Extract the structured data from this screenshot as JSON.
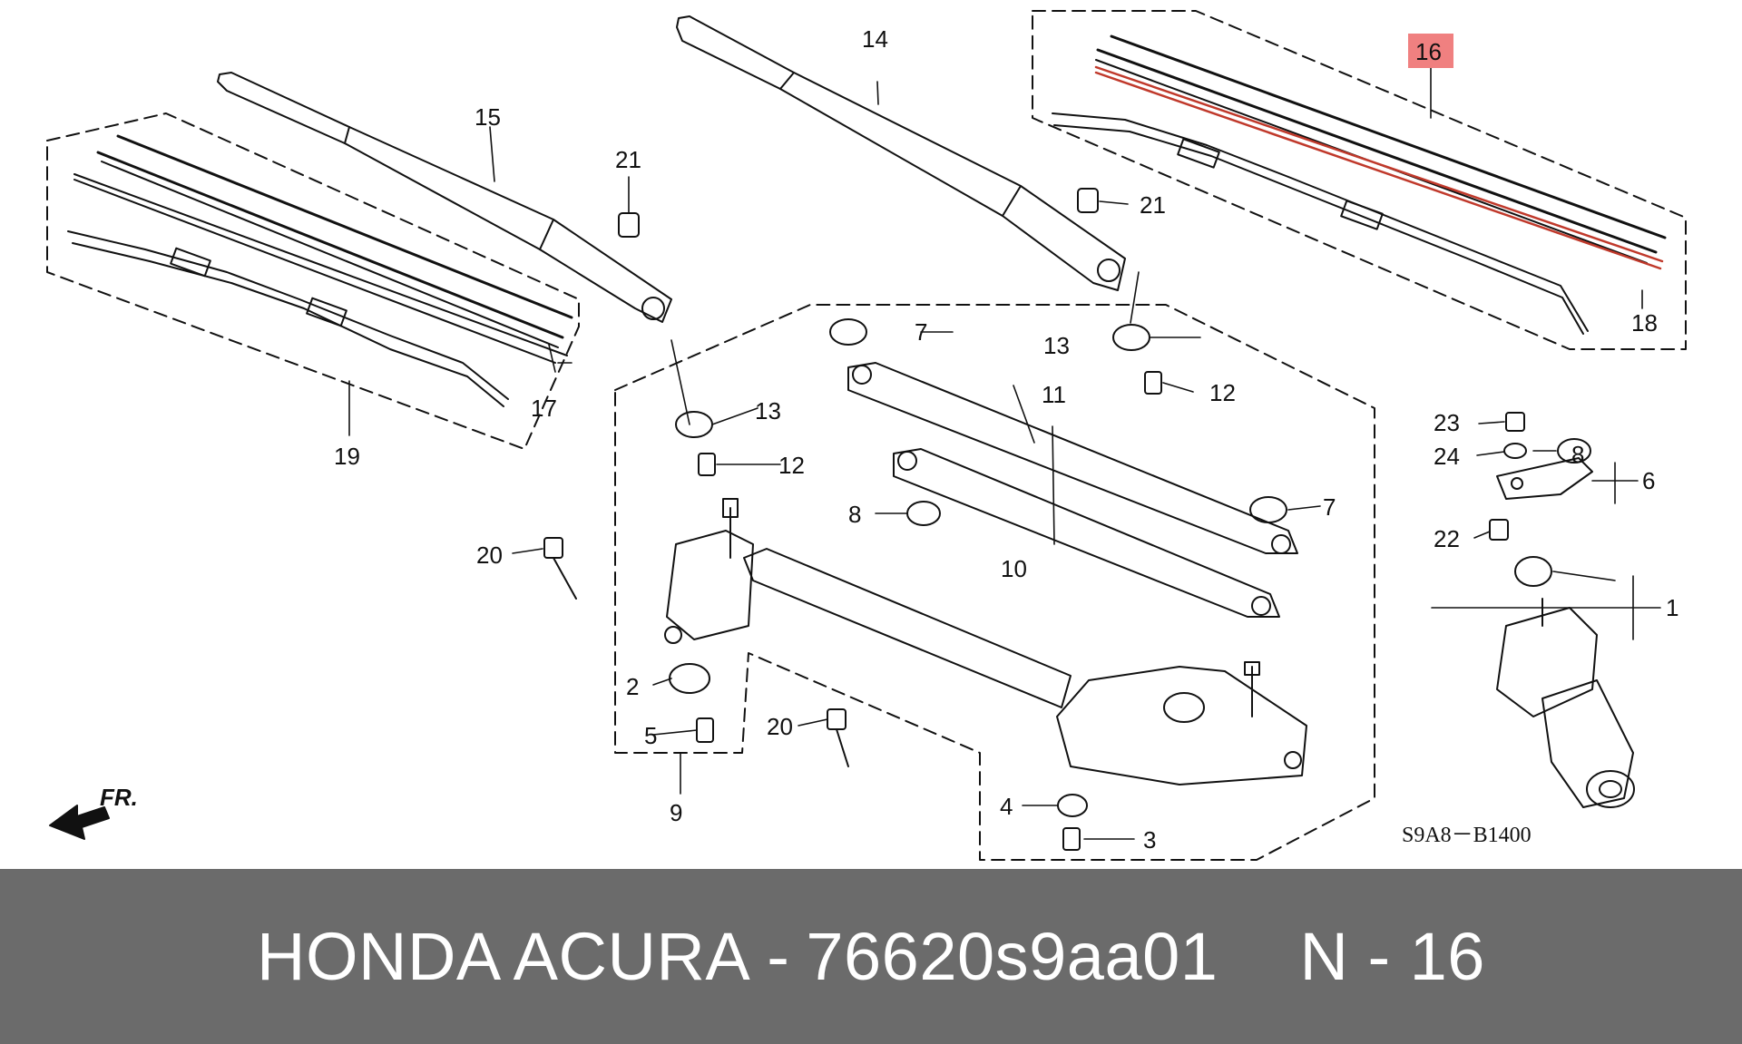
{
  "diagram": {
    "highlight_color": "#f08080",
    "line_color": "#111111",
    "code": "S9A8－B1400",
    "front_label": "FR.",
    "parts": [
      {
        "id": "p1",
        "label": "1"
      },
      {
        "id": "p2",
        "label": "2"
      },
      {
        "id": "p3",
        "label": "3"
      },
      {
        "id": "p4",
        "label": "4"
      },
      {
        "id": "p5",
        "label": "5"
      },
      {
        "id": "p6",
        "label": "6"
      },
      {
        "id": "p7a",
        "label": "7"
      },
      {
        "id": "p7b",
        "label": "7"
      },
      {
        "id": "p8a",
        "label": "8"
      },
      {
        "id": "p8b",
        "label": "8"
      },
      {
        "id": "p9",
        "label": "9"
      },
      {
        "id": "p10",
        "label": "10"
      },
      {
        "id": "p11",
        "label": "11"
      },
      {
        "id": "p12a",
        "label": "12"
      },
      {
        "id": "p12b",
        "label": "12"
      },
      {
        "id": "p13a",
        "label": "13"
      },
      {
        "id": "p13b",
        "label": "13"
      },
      {
        "id": "p14",
        "label": "14"
      },
      {
        "id": "p15",
        "label": "15"
      },
      {
        "id": "p16",
        "label": "16",
        "highlighted": true
      },
      {
        "id": "p17",
        "label": "17"
      },
      {
        "id": "p18",
        "label": "18"
      },
      {
        "id": "p19",
        "label": "19"
      },
      {
        "id": "p20a",
        "label": "20"
      },
      {
        "id": "p20b",
        "label": "20"
      },
      {
        "id": "p21a",
        "label": "21"
      },
      {
        "id": "p21b",
        "label": "21"
      },
      {
        "id": "p22",
        "label": "22"
      },
      {
        "id": "p23",
        "label": "23"
      },
      {
        "id": "p24",
        "label": "24"
      }
    ]
  },
  "footer": {
    "brand": "HONDA ACURA",
    "separator": "-",
    "part_number": "76620s9aa01",
    "position_label": "N - 16"
  }
}
